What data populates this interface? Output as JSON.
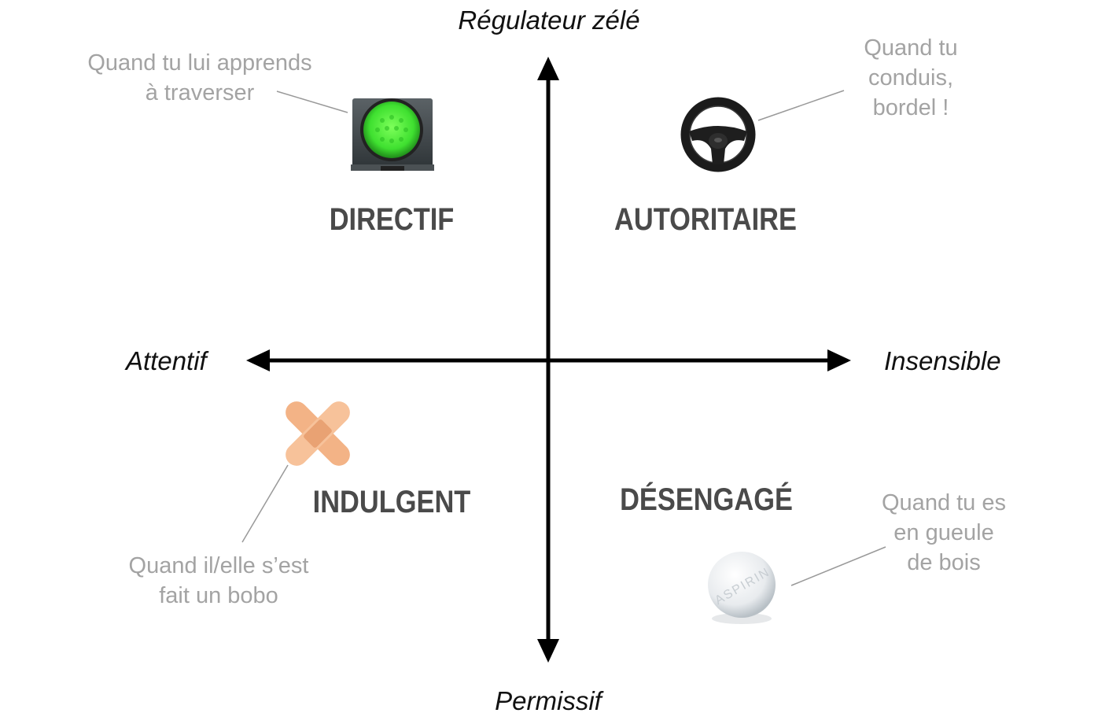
{
  "axes": {
    "top": "Régulateur zélé",
    "bottom": "Permissif",
    "left": "Attentif",
    "right": "Insensible"
  },
  "quadrants": {
    "top_left": "DIRECTIF",
    "top_right": "AUTORITAIRE",
    "bottom_left": "INDULGENT",
    "bottom_right": "DÉSENGAGÉ"
  },
  "notes": {
    "top_left": [
      "Quand tu lui apprends",
      "à traverser"
    ],
    "top_right": [
      "Quand tu",
      "conduis,",
      "bordel !"
    ],
    "bottom_left": [
      "Quand il/elle s’est",
      "fait un bobo"
    ],
    "bottom_right": [
      "Quand tu es",
      "en gueule",
      "de bois"
    ]
  },
  "icons": {
    "top_left": "traffic-light-icon",
    "top_right": "steering-wheel-icon",
    "bottom_left": "bandage-icon",
    "bottom_right": "aspirin-pill-icon"
  },
  "pill_text": "ASPIRIN",
  "colors": {
    "axis": "#000000",
    "quadrant_label": "#4a4a4a",
    "note_text": "#a3a3a3",
    "traffic_light_green": "#3fe030",
    "bandage": "#f5b78a"
  }
}
